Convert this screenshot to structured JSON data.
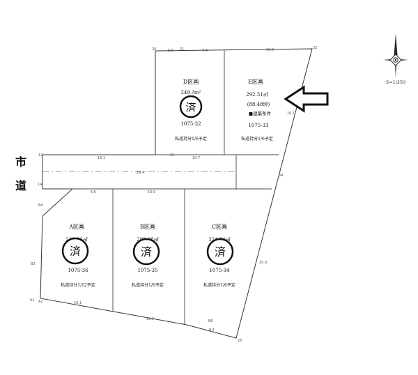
{
  "road_label_top": "市",
  "road_label_bottom": "道",
  "scale": "S=1/250",
  "sold_mark": "済",
  "lots": {
    "d": {
      "name": "D区画",
      "area": "249.?m²",
      "number": "1075-32",
      "note": "私道持分1/6予定"
    },
    "e": {
      "name": "E区画",
      "area": "292.51㎡",
      "tsubo": "(88.48坪)",
      "condition": "■建築条件",
      "number": "1075-33",
      "note": "私道持分1/6予定"
    },
    "a": {
      "name": "A区画",
      "area": "249.96㎡",
      "number": "1075-36",
      "note": "私道持分1/12予定"
    },
    "b": {
      "name": "B区画",
      "area": "292.08㎡",
      "number": "1075-35",
      "note": "私道持分1/6予定"
    },
    "c": {
      "name": "C区画",
      "area": "324.24㎡",
      "number": "1075-34",
      "note": "私道持分1/6予定"
    }
  },
  "points": {
    "p20": "20",
    "p21": "21",
    "p32": "32",
    "p12": "12",
    "p25": "25",
    "p14": "14",
    "p34": "34",
    "pB4": "B4",
    "pB3": "B3",
    "pA1": "A1",
    "pA2": "A2",
    "pB6": "B6",
    "p28": "28"
  },
  "dims": {
    "top1": "9.6",
    "top2": "7.4",
    "top3": "10.0",
    "rd1": "16.1",
    "rd2": "10.7",
    "mid": "26.4",
    "lt1": "6.6",
    "lt2": "10.9",
    "bot1": "16.1",
    "bot2": "10.2",
    "bot3": "8.4",
    "right1": "16.1",
    "right2": "20.9"
  }
}
